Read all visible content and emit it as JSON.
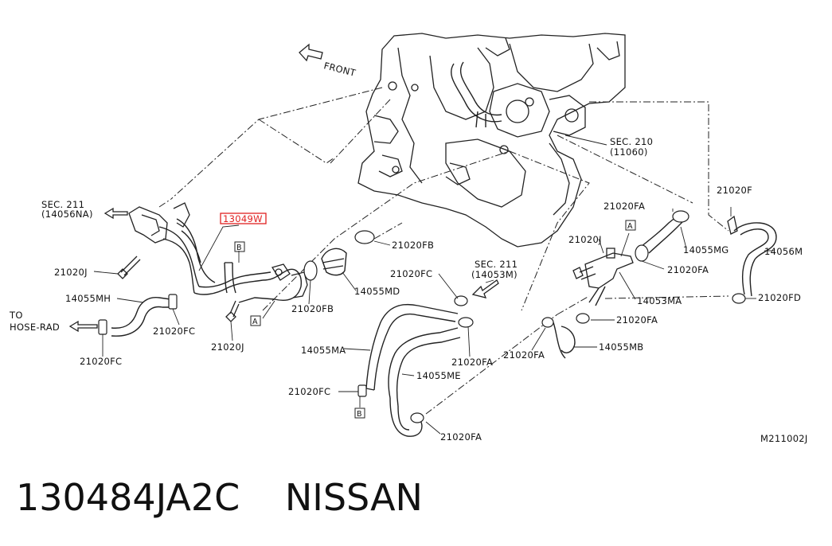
{
  "diagram": {
    "front_label": "FRONT",
    "highlighted_part": "13049W",
    "highlight_color": "#e02020",
    "sec_211_upper": [
      "SEC. 211",
      "(14056NA)"
    ],
    "sec_211_mid": [
      "SEC. 211",
      "(14053M)"
    ],
    "sec_210": [
      "SEC. 210",
      "(11060)"
    ],
    "to_hose_rad": [
      "TO",
      "HOSE-RAD"
    ],
    "ref_a": "A",
    "ref_b": "B",
    "labels": {
      "p21020J_left": "21020J",
      "p14055MH": "14055MH",
      "p21020FC_left": "21020FC",
      "p21020FC_mid": "21020FC",
      "p21020J_mid": "21020J",
      "p21020FB_upper": "21020FB",
      "p14055MD": "14055MD",
      "p21020FB_lower": "21020FB",
      "p21020FC_center": "21020FC",
      "p14055MA": "14055MA",
      "p14055ME": "14055ME",
      "p21020FA_center": "21020FA",
      "p21020FC_low": "21020FC",
      "p21020FA_bottom": "21020FA",
      "p21020FA_top": "21020FA",
      "p21020J_right": "21020J",
      "p14055MG": "14055MG",
      "p21020FA_right1": "21020FA",
      "p14053MA": "14053MA",
      "p21020FA_right2": "21020FA",
      "p21020FA_right3": "21020FA",
      "p14055MB": "14055MB",
      "p21020F": "21020F",
      "p14056M": "14056M",
      "p21020FD": "21020FD"
    },
    "diagram_code": "M211002J"
  },
  "footer": {
    "part_number": "130484JA2C",
    "brand": "NISSAN"
  }
}
